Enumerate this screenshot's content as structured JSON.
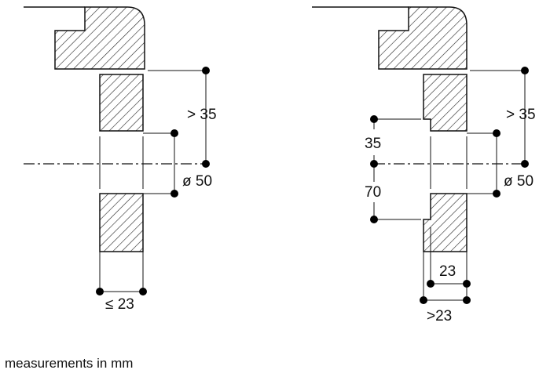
{
  "left_drawing": {
    "label_gap": "> 35",
    "label_diameter": "ø 50",
    "label_thickness": "≤ 23"
  },
  "right_drawing": {
    "label_gap": "> 35",
    "label_diameter": "ø 50",
    "label_upper": "35",
    "label_lower": "70",
    "label_inner": "23",
    "label_outer": ">23"
  },
  "caption": "measurements in mm"
}
